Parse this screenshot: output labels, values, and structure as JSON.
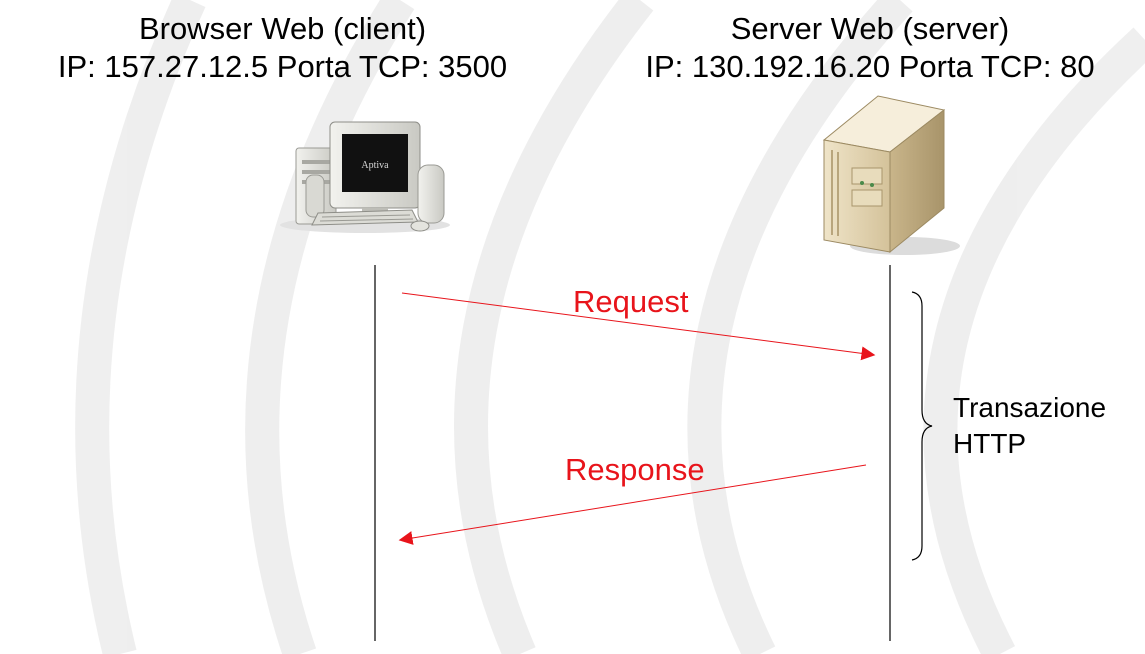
{
  "client": {
    "title": "Browser Web (client)",
    "address": "IP: 157.27.12.5  Porta TCP: 3500",
    "icon": "desktop-computer-icon",
    "screen_text": "Aptiva"
  },
  "server": {
    "title": "Server Web (server)",
    "address": "IP: 130.192.16.20  Porta TCP: 80",
    "icon": "server-tower-icon"
  },
  "messages": {
    "request": "Request",
    "response": "Response"
  },
  "transaction": {
    "line1": "Transazione",
    "line2": "HTTP"
  },
  "colors": {
    "arrow": "#e8141b",
    "text": "#000000",
    "watermark": "#e9e9e9"
  }
}
